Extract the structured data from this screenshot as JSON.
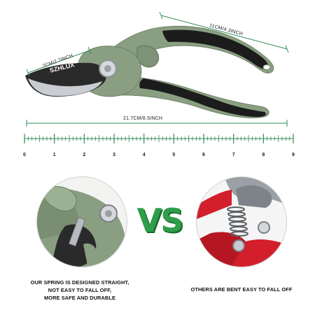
{
  "product": {
    "brand": "SZHLUX",
    "brand_mark": "®",
    "handle_color": "#8a9f82",
    "grip_color": "#1c1c1c",
    "blade_color": "#c9cdd1"
  },
  "dimensions": {
    "handle_length": "11CM/4.3INCH",
    "blade_length": "7CM/2.7INCH",
    "total_length": "21.7CM/8.5INCH",
    "dimension_line_color": "#2e8b57"
  },
  "ruler": {
    "labels": [
      "0",
      "1",
      "2",
      "3",
      "4",
      "5",
      "6",
      "7",
      "8",
      "9"
    ],
    "color": "#2e8b57"
  },
  "comparison": {
    "vs_text": "VS",
    "vs_color": "#2f9d4a",
    "left_caption_lines": [
      "OUR SPRING IS DESIGNED STRAIGHT,",
      "NOT EASY TO FALL OFF,",
      "MORE SAFE AND DURABLE"
    ],
    "right_caption": "OTHERS ARE BENT EASY TO FALL OFF",
    "other_handle_color": "#d21f2b"
  }
}
